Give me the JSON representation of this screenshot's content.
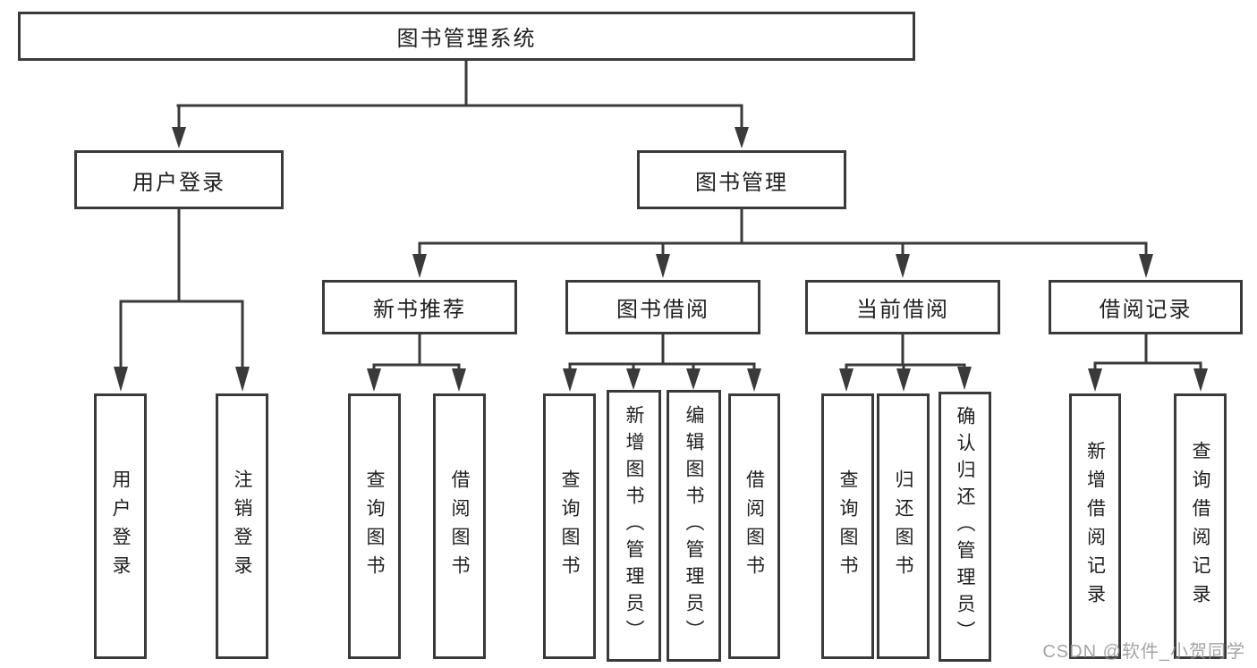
{
  "tree": {
    "label": "图书管理系统",
    "children": [
      {
        "label": "用户登录",
        "children": [
          {
            "label": "用户登录"
          },
          {
            "label": "注销登录"
          }
        ]
      },
      {
        "label": "图书管理",
        "children": [
          {
            "label": "新书推荐",
            "children": [
              {
                "label": "查询图书"
              },
              {
                "label": "借阅图书"
              }
            ]
          },
          {
            "label": "图书借阅",
            "children": [
              {
                "label": "查询图书"
              },
              {
                "label": "新增图书（管理员）"
              },
              {
                "label": "编辑图书（管理员）"
              },
              {
                "label": "借阅图书"
              }
            ]
          },
          {
            "label": "当前借阅",
            "children": [
              {
                "label": "查询图书"
              },
              {
                "label": "归还图书"
              },
              {
                "label": "确认归还（管理员）"
              }
            ]
          },
          {
            "label": "借阅记录",
            "children": [
              {
                "label": "新增借阅记录"
              },
              {
                "label": "查询借阅记录"
              }
            ]
          }
        ]
      }
    ]
  },
  "watermark": {
    "text": "CSDN @软件_小贺同学"
  },
  "colors": {
    "line": "#3a3a3a",
    "box_border": "#3a3a3a",
    "text": "#1f1f1f",
    "watermark": "#949494",
    "background": "#ffffff"
  }
}
